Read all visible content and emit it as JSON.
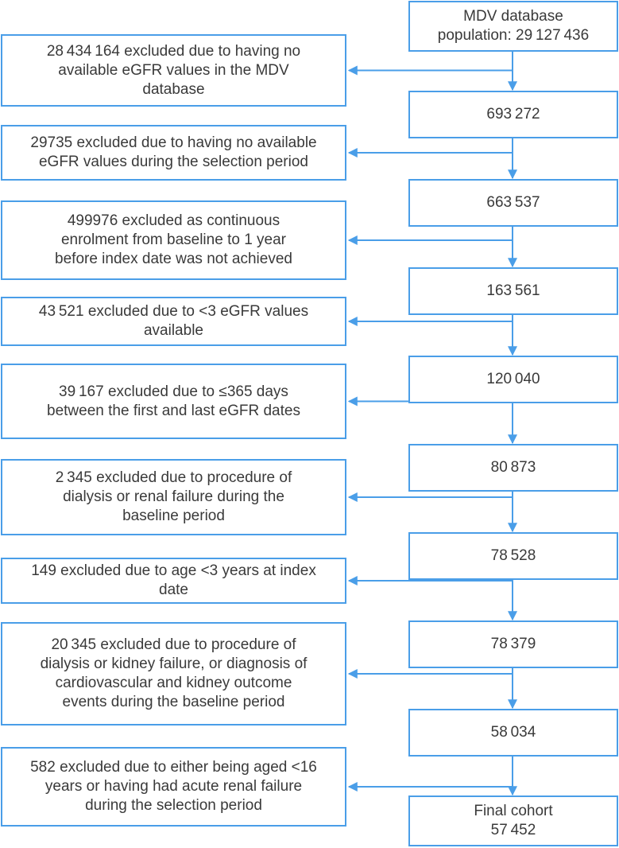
{
  "flowchart": {
    "stages": [
      {
        "lines": [
          "MDV database",
          "population: 29 127 436"
        ]
      },
      {
        "lines": [
          "693 272"
        ]
      },
      {
        "lines": [
          "663 537"
        ]
      },
      {
        "lines": [
          "163 561"
        ]
      },
      {
        "lines": [
          "120 040"
        ]
      },
      {
        "lines": [
          "80 873"
        ]
      },
      {
        "lines": [
          "78 528"
        ]
      },
      {
        "lines": [
          "78 379"
        ]
      },
      {
        "lines": [
          "58 034"
        ]
      },
      {
        "lines": [
          "Final cohort",
          "57 452"
        ]
      }
    ],
    "exclusions": [
      {
        "lines": [
          "28 434 164 excluded due to having no",
          "available eGFR values in the MDV",
          "database"
        ]
      },
      {
        "lines": [
          "29735 excluded due to having no available",
          "eGFR values during the selection period"
        ]
      },
      {
        "lines": [
          "499976 excluded as continuous",
          "enrolment from baseline to 1 year",
          "before index date was not achieved"
        ]
      },
      {
        "lines": [
          "43 521 excluded due to <3 eGFR values",
          "available"
        ]
      },
      {
        "lines": [
          "39 167 excluded due to ≤365 days",
          "between the first and last eGFR dates"
        ]
      },
      {
        "lines": [
          "2 345 excluded due to procedure of",
          "dialysis or renal failure during the",
          "baseline period"
        ]
      },
      {
        "lines": [
          "149 excluded due to age <3 years at index",
          "date"
        ]
      },
      {
        "lines": [
          "20 345 excluded due to procedure of",
          "dialysis or kidney failure, or diagnosis of",
          "cardiovascular and kidney outcome",
          "events during the baseline period"
        ]
      },
      {
        "lines": [
          "582 excluded due to either being aged <16",
          "years or having had acute renal failure",
          "during the selection period"
        ]
      }
    ]
  }
}
